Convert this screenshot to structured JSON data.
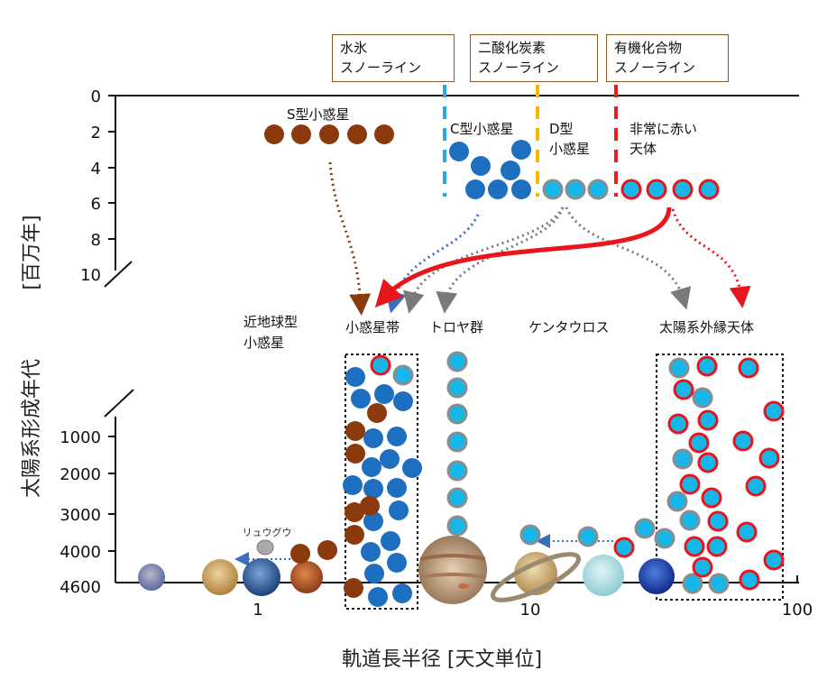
{
  "snowlines": [
    {
      "line1": "水氷",
      "line2": "スノーライン",
      "color": "#29a9e0"
    },
    {
      "line1": "二酸化炭素",
      "line2": "スノーライン",
      "color": "#f5b800"
    },
    {
      "line1": "有機化合物",
      "line2": "スノーライン",
      "color": "#ee1c1c"
    }
  ],
  "group_labels": {
    "s_type": "S型小惑星",
    "c_type": "C型小惑星",
    "d_type_1": "D型",
    "d_type_2": "小惑星",
    "very_red_1": "非常に赤い",
    "very_red_2": "天体"
  },
  "regions": {
    "neo_1": "近地球型",
    "neo_2": "小惑星",
    "asteroid_belt": "小惑星帯",
    "trojans": "トロヤ群",
    "centaurs": "ケンタウロス",
    "tno": "太陽系外縁天体",
    "ryugu": "リュウグウ"
  },
  "y_axis": {
    "label_time": "太陽系形成年代",
    "label_unit": "[百万年]",
    "upper_ticks": [
      "0",
      "2",
      "4",
      "6",
      "8",
      "10"
    ],
    "lower_ticks": [
      "1000",
      "2000",
      "3000",
      "4000",
      "4600"
    ]
  },
  "x_axis": {
    "label": "軌道長半径 [天文単位]",
    "ticks": [
      "1",
      "10",
      "100"
    ]
  },
  "colors": {
    "s_type": "#8b3a0e",
    "c_type": "#1f6fc0",
    "d_type": "#17b6e8",
    "red_outline": "#e8161c",
    "gray_outline": "#8c8c8c"
  }
}
